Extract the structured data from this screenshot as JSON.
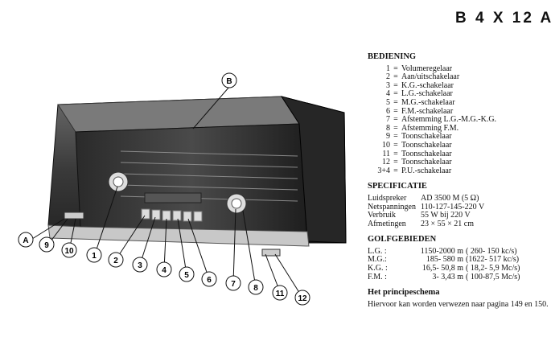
{
  "model": "B 4 X 12 A",
  "bediening": {
    "title": "BEDIENING",
    "items": [
      {
        "num": "1",
        "label": "Volumeregelaar"
      },
      {
        "num": "2",
        "label": "Aan/uitschakelaar"
      },
      {
        "num": "3",
        "label": "K.G.-schakelaar"
      },
      {
        "num": "4",
        "label": "L.G.-schakelaar"
      },
      {
        "num": "5",
        "label": "M.G.-schakelaar"
      },
      {
        "num": "6",
        "label": "F.M.-schakelaar"
      },
      {
        "num": "7",
        "label": "Afstemming L.G.-M.G.-K.G."
      },
      {
        "num": "8",
        "label": "Afstemming F.M."
      },
      {
        "num": "9",
        "label": "Toonschakelaar"
      },
      {
        "num": "10",
        "label": "Toonschakelaar"
      },
      {
        "num": "11",
        "label": "Toonschakelaar"
      },
      {
        "num": "12",
        "label": "Toonschakelaar"
      },
      {
        "num": "3+4",
        "label": "P.U.-schakelaar"
      }
    ]
  },
  "specificatie": {
    "title": "SPECIFICATIE",
    "rows": [
      {
        "key": "Luidspreker",
        "value": "AD 3500 M (5 Ω)"
      },
      {
        "key": "Netspanningen",
        "value": "110-127-145-220 V"
      },
      {
        "key": "Verbruik",
        "value": "55 W bij 220 V"
      },
      {
        "key": "Afmetingen",
        "value": "23 × 55 × 21 cm"
      }
    ]
  },
  "golfgebieden": {
    "title": "GOLFGEBIEDEN",
    "rows": [
      {
        "band": "L.G. :",
        "m": "1150-2000 m",
        "f": "( 260- 150 kc/s)"
      },
      {
        "band": "M.G.:",
        "m": "185- 580 m",
        "f": "(1622- 517 kc/s)"
      },
      {
        "band": "K.G. :",
        "m": "16,5- 50,8 m",
        "f": "( 18,2- 5,9 Mc/s)"
      },
      {
        "band": "F.M. :",
        "m": "3- 3,43 m",
        "f": "( 100-87,5 Mc/s)"
      }
    ]
  },
  "principeschema": {
    "title": "Het principeschema",
    "text": "Hiervoor kan worden verwezen naar pagina 149 en 150."
  },
  "callouts": [
    "A",
    "B",
    "1",
    "2",
    "3",
    "4",
    "5",
    "6",
    "7",
    "8",
    "9",
    "10",
    "11",
    "12"
  ]
}
